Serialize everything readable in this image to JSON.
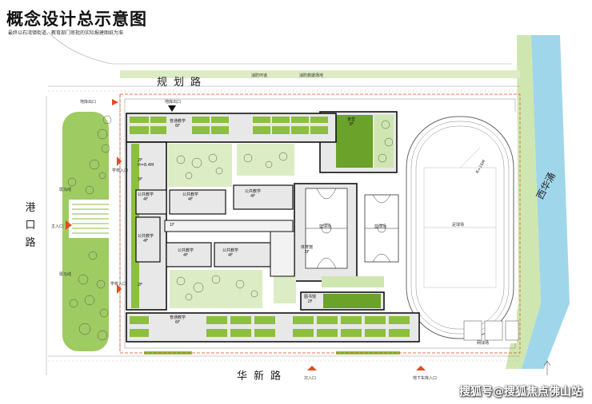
{
  "header": {
    "title": "概念设计总示意图",
    "subtitle": "最终以石湾镇街道、教育部门审批的实际报建图纸为准"
  },
  "roads": {
    "north": "规划路",
    "south": "华新路",
    "west": "港口路",
    "river": "西华涌"
  },
  "annotations": {
    "fire_lane": "消防环道",
    "fire_rescue": "消防救援场地",
    "parking_exit_nw": "地库出口",
    "parking_exit_n": "地库出口",
    "school_entry_1": "学校入口",
    "school_entry_2": "学校入口",
    "crosswalk_1": "斑马线",
    "crosswalk_2": "斑马线",
    "main_entry": "主入口",
    "secondary_entry": "次入口",
    "underground_entry": "地下车库入口",
    "track_radius": "R=16M",
    "field_label": "足球场",
    "court_label": "篮球场",
    "court_label_2": "篮球场",
    "tennis_label": "网球场"
  },
  "buildings": {
    "north_teach": {
      "name": "普通教学",
      "floors": "6F"
    },
    "canteen": {
      "name": "食堂",
      "floors": "3F"
    },
    "west_block": {
      "floors": "2F",
      "height": "H=8.4M"
    },
    "west_3f": "3F",
    "public_1": {
      "name": "公共教学",
      "floors": "4F"
    },
    "public_2": {
      "name": "公共教学",
      "floors": "4F"
    },
    "public_3": {
      "name": "公共教学",
      "floors": "4F"
    },
    "public_4": {
      "name": "公共教学",
      "floors": "4F"
    },
    "public_5": {
      "name": "公共教学",
      "floors": "4F"
    },
    "public_6": {
      "name": "公共教学",
      "floors": "4F"
    },
    "link_1f": "1F",
    "link_2f": "2F",
    "gym": {
      "name": "体育馆",
      "floors": "3F"
    },
    "library": {
      "name": "图书馆",
      "floors": "2F"
    },
    "south_teach": {
      "name": "普通教学",
      "floors": "6F"
    }
  },
  "watermark": "搜狐号@搜狐焦点佛山站",
  "colors": {
    "green": "#8cbf3f",
    "dark_green": "#6aa22a",
    "light_green": "#cfe6b0",
    "grass": "#dcecc4",
    "river": "#9fd6ea",
    "road": "#ffffff",
    "bldg": "#e6e6e6",
    "outline": "#111111",
    "red": "#e84a1f"
  }
}
